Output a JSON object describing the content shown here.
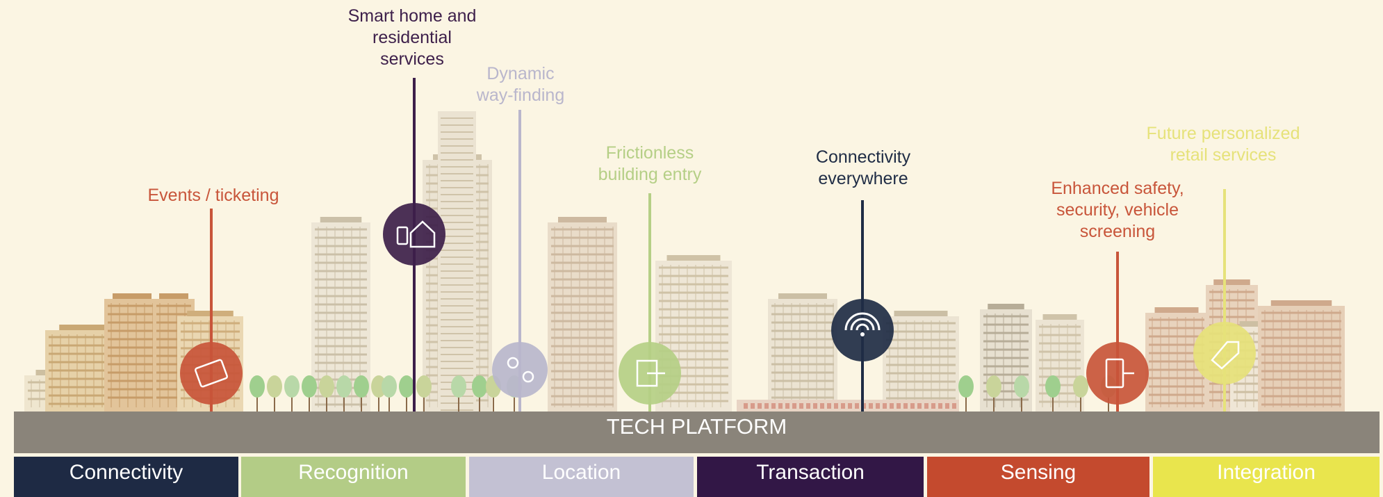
{
  "platform": {
    "label": "TECH PLATFORM"
  },
  "callouts": [
    {
      "id": "events",
      "lines": [
        "Events / ticketing"
      ],
      "color": "#c8553a",
      "icon": "ticket-icon"
    },
    {
      "id": "smart-home",
      "lines": [
        "Smart home and",
        "residential",
        "services"
      ],
      "color": "#3d1f4a",
      "icon": "smart-home-icon"
    },
    {
      "id": "wayfinding",
      "lines": [
        "Dynamic",
        "way-finding"
      ],
      "color": "#b9b6cc",
      "icon": "map-pin-icon"
    },
    {
      "id": "entry",
      "lines": [
        "Frictionless",
        "building entry"
      ],
      "color": "#b5cf86",
      "icon": "door-entry-icon"
    },
    {
      "id": "connectivity",
      "lines": [
        "Connectivity",
        "everywhere"
      ],
      "color": "#1f2c45",
      "icon": "wifi-icon"
    },
    {
      "id": "safety",
      "lines": [
        "Enhanced safety,",
        "security, vehicle",
        "screening"
      ],
      "color": "#c8553a",
      "icon": "security-icon"
    },
    {
      "id": "retail",
      "lines": [
        "Future personalized",
        "retail services"
      ],
      "color": "#e6e27a",
      "icon": "retail-tag-icon"
    }
  ],
  "bars": [
    {
      "label": "Connectivity",
      "color": "#1e2a44"
    },
    {
      "label": "Recognition",
      "color": "#b3cc86"
    },
    {
      "label": "Location",
      "color": "#c3c1d3"
    },
    {
      "label": "Transaction",
      "color": "#321746"
    },
    {
      "label": "Sensing",
      "color": "#c44a2e"
    },
    {
      "label": "Integration",
      "color": "#e9e54d"
    }
  ]
}
